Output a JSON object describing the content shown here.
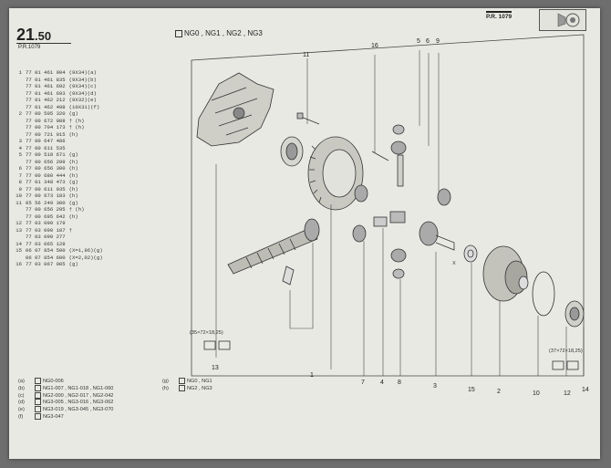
{
  "page": {
    "section_number": "21",
    "section_sub": ".50",
    "section_ref": "P.R.1079",
    "header_ref": "P.R. 1079",
    "model_title": "NG0 , NG1 , NG2 , NG3"
  },
  "parts_list": [
    {
      "item": "1",
      "ref": "77 01 461 904",
      "note": "(9X34)(a)"
    },
    {
      "item": "",
      "ref": "77 01 461 835",
      "note": "(9X34)(b)"
    },
    {
      "item": "",
      "ref": "77 01 461 692",
      "note": "(9X34)(c)"
    },
    {
      "item": "",
      "ref": "77 01 461 693",
      "note": "(9X34)(d)"
    },
    {
      "item": "",
      "ref": "77 01 462 212",
      "note": "(9X32)(e)"
    },
    {
      "item": "",
      "ref": "77 01 462 498",
      "note": "(10X31)(f)"
    },
    {
      "item": "2",
      "ref": "77 00 505 320",
      "note": "(g)"
    },
    {
      "item": "",
      "ref": "77 00 672 088",
      "note": "† (h)"
    },
    {
      "item": "",
      "ref": "77 00 704 173",
      "note": "† (h)"
    },
    {
      "item": "",
      "ref": "77 00 721 915",
      "note": "(h)"
    },
    {
      "item": "3",
      "ref": "77 00 647 486",
      "note": ""
    },
    {
      "item": "4",
      "ref": "77 00 611 535",
      "note": ""
    },
    {
      "item": "5",
      "ref": "77 00 518 671",
      "note": "(g)"
    },
    {
      "item": "",
      "ref": "77 00 656 299",
      "note": "(h)"
    },
    {
      "item": "6",
      "ref": "77 00 656 300",
      "note": "(h)"
    },
    {
      "item": "7",
      "ref": "77 00 680 444",
      "note": "(h)"
    },
    {
      "item": "8",
      "ref": "77 01 348 473",
      "note": "(g)"
    },
    {
      "item": "9",
      "ref": "77 00 611 935",
      "note": "(h)"
    },
    {
      "item": "10",
      "ref": "77 00 673 183",
      "note": "(h)"
    },
    {
      "item": "11",
      "ref": "05 56 249 300",
      "note": "(g)"
    },
    {
      "item": "",
      "ref": "77 00 656 295",
      "note": "† (h)"
    },
    {
      "item": "",
      "ref": "77 00 695 642",
      "note": "(h)"
    },
    {
      "item": "12",
      "ref": "77 03 090 179",
      "note": ""
    },
    {
      "item": "13",
      "ref": "77 03 090 187",
      "note": "†"
    },
    {
      "item": "",
      "ref": "77 03 090 277",
      "note": ""
    },
    {
      "item": "14",
      "ref": "77 03 065 128",
      "note": ""
    },
    {
      "item": "15",
      "ref": "06 07 854 500",
      "note": "(X=1,96)(g)"
    },
    {
      "item": "",
      "ref": "06 07 854 600",
      "note": "(X=2,02)(g)"
    },
    {
      "item": "16",
      "ref": "77 03 067 085",
      "note": "(g)"
    }
  ],
  "callouts_top": [
    "11",
    "16",
    "5",
    "6",
    "9"
  ],
  "callouts_bottom": [
    "13",
    "1",
    "7",
    "4",
    "8",
    "3",
    "15",
    "2",
    "10",
    "12",
    "14"
  ],
  "dimensions": {
    "left_bearing": "(35×72×18,25)",
    "right_bearing": "(37×72×18,25)",
    "shim_x": "X"
  },
  "legend_left": [
    {
      "key": "(a)",
      "text": "NG0-006"
    },
    {
      "key": "(b)",
      "text": "NG1-007 , NG1-018 , NG1-060"
    },
    {
      "key": "(c)",
      "text": "NG2-000 , NG2-017 , NG2-042"
    },
    {
      "key": "(d)",
      "text": "NG3-005 , NG3-016 , NG3-062"
    },
    {
      "key": "(e)",
      "text": "NG3-019 , NG3-045 , NG3-070"
    },
    {
      "key": "(f)",
      "text": "NG3-047"
    }
  ],
  "legend_right": [
    {
      "key": "(g)",
      "text": "NG0 , NG1"
    },
    {
      "key": "(h)",
      "text": "NG2 , NG3"
    }
  ]
}
